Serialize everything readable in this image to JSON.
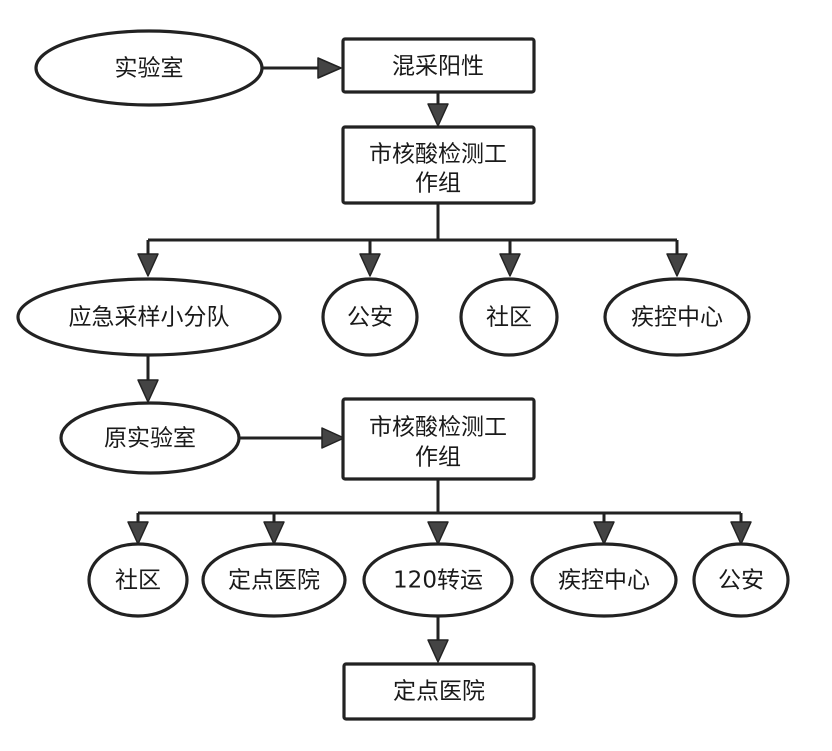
{
  "diagram": {
    "nodes": {
      "lab": "实验室",
      "mixed_positive": "混采阳性",
      "city_task_force_1": [
        "市核酸检测工",
        "作组"
      ],
      "emergency_team": "应急采样小分队",
      "police_1": "公安",
      "community_1": "社区",
      "cdc_1": "疾控中心",
      "original_lab": "原实验室",
      "city_task_force_2": [
        "市核酸检测工",
        "作组"
      ],
      "community_2": "社区",
      "designated_hospital_1": "定点医院",
      "transfer_120": "120转运",
      "cdc_2": "疾控中心",
      "police_2": "公安",
      "designated_hospital_2": "定点医院"
    }
  }
}
